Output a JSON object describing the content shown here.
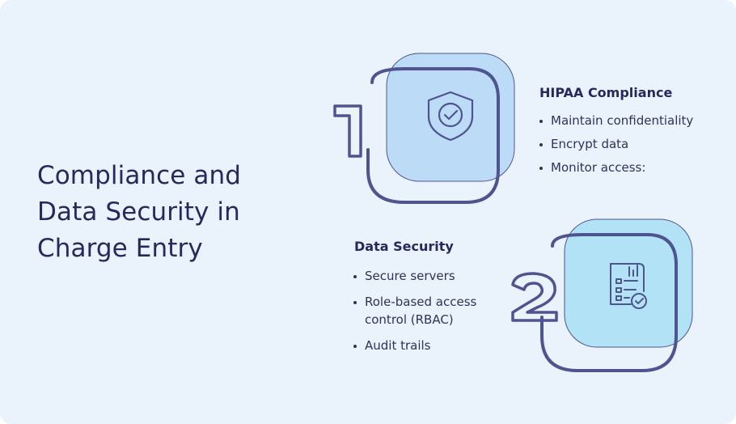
{
  "title_lines": [
    "Compliance and",
    "Data Security in",
    "Charge Entry"
  ],
  "steps": [
    {
      "number": "1",
      "icon": "shield-check-icon",
      "title": "HIPAA Compliance",
      "items": [
        "Maintain confidentiality",
        "Encrypt data",
        "Monitor access:"
      ],
      "tile_color": "#bcdbf6"
    },
    {
      "number": "2",
      "icon": "report-check-icon",
      "title": "Data Security",
      "items": [
        "Secure servers",
        "Role-based access control (RBAC)",
        "Audit trails"
      ],
      "tile_color": "#b2e2f6"
    }
  ],
  "colors": {
    "background": "#eaf3fb",
    "outline": "#4f5490",
    "text": "#26295a"
  }
}
